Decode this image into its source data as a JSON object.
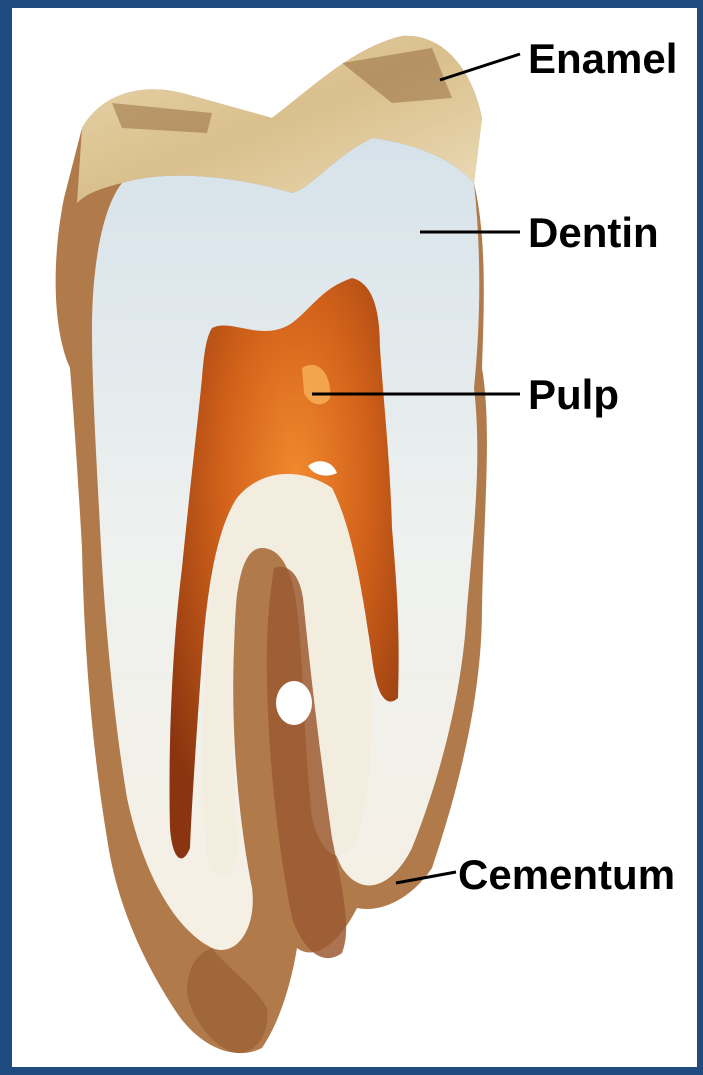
{
  "diagram": {
    "labels": {
      "enamel": "Enamel",
      "dentin": "Dentin",
      "pulp": "Pulp",
      "cementum": "Cementum"
    }
  },
  "colors": {
    "frame": "#1f4b80",
    "enamel": "#e6d2a6",
    "dentin": "#dfe7ec",
    "pulp": "#c8520f",
    "cementum": "#9a5a2c",
    "label_text": "#000000"
  }
}
